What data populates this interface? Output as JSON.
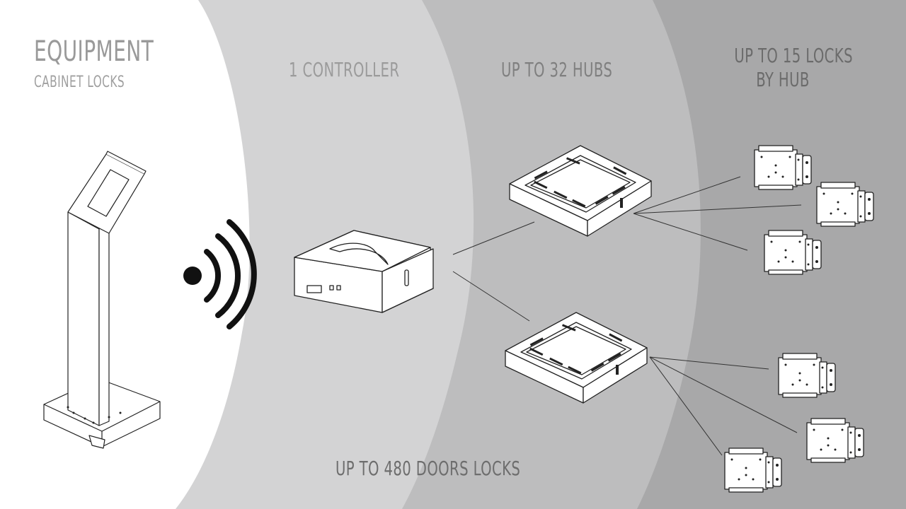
{
  "labels": {
    "equipment_title": "EQUIPMENT",
    "equipment_subtitle": "CABINET LOCKS",
    "controller": "1 CONTROLLER",
    "hubs": "UP TO 32 HUBS",
    "locks_line1": "UP TO 15 LOCKS",
    "locks_line2": "BY HUB",
    "total": "UP TO 480 DOORS LOCKS"
  },
  "colors": {
    "zone_white": "#ffffff",
    "zone_1": "#d3d3d4",
    "zone_2": "#bdbdbe",
    "zone_3": "#a8a8a9",
    "line": "#222222"
  },
  "icons": {
    "kiosk": "kiosk-stand-icon",
    "wireless": "wireless-signal-icon",
    "controller": "controller-box-icon",
    "hub": "hub-device-icon",
    "lock": "cabinet-lock-icon"
  }
}
